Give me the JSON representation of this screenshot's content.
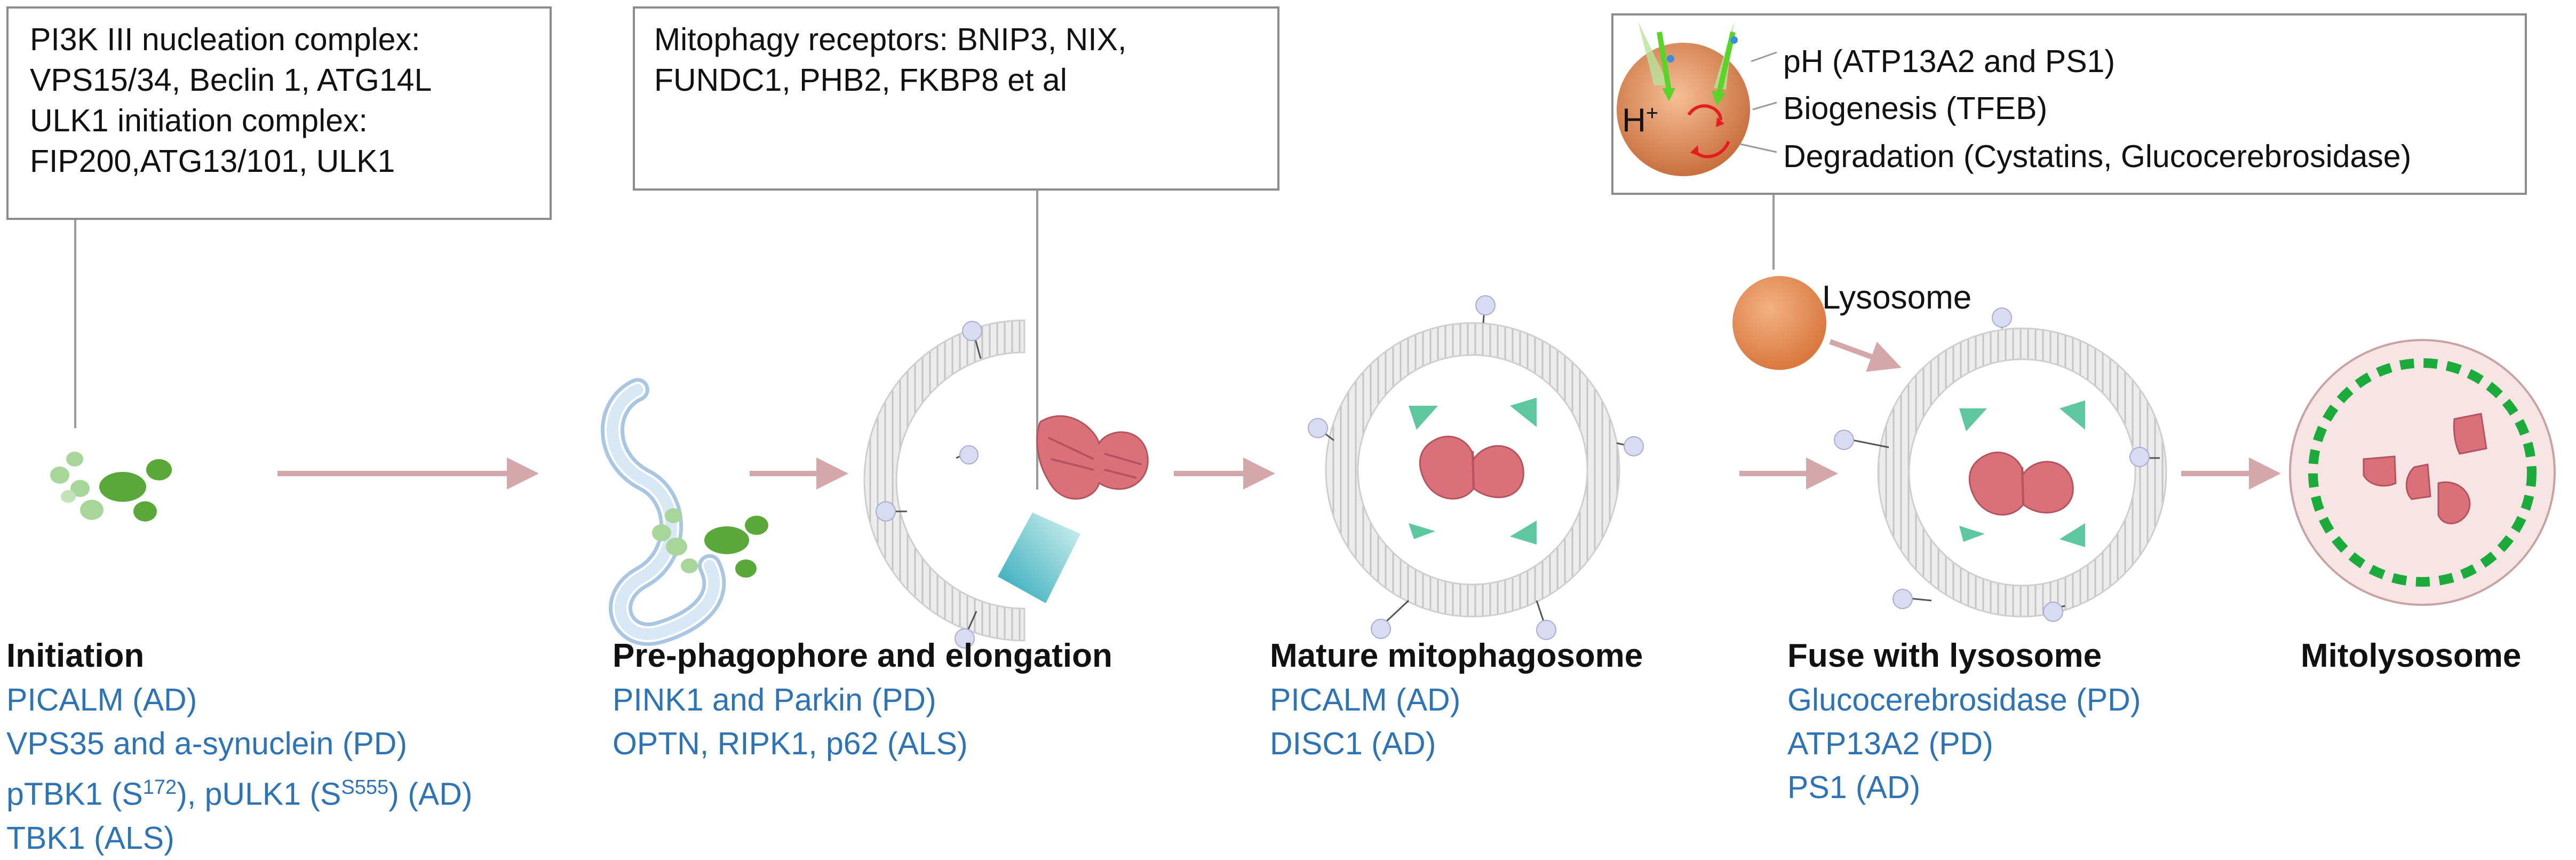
{
  "boxes": {
    "initiation_box": {
      "lines": [
        "PI3K III nucleation complex:",
        "VPS15/34, Beclin 1, ATG14L",
        "ULK1 initiation complex:",
        "FIP200,ATG13/101, ULK1"
      ]
    },
    "receptor_box": {
      "lines": [
        "Mitophagy receptors: BNIP3, NIX,",
        "FUNDC1, PHB2, FKBP8 et al"
      ]
    },
    "lysosome_box": {
      "proton": "H",
      "proton_sup": "+",
      "lines": [
        "pH (ATP13A2 and PS1)",
        "Biogenesis (TFEB)",
        "Degradation (Cystatins, Glucocerebrosidase)"
      ]
    }
  },
  "lysosome_label": "Lysosome",
  "stages": [
    {
      "title": "Initiation",
      "genes": [
        {
          "text": "PICALM (AD)"
        },
        {
          "text": "VPS35 and a-synuclein (PD)"
        },
        {
          "parts": [
            "pTBK1 (S",
            "172",
            "), pULK1 (S",
            "S555",
            ") (AD)"
          ]
        },
        {
          "text": "TBK1 (ALS)"
        }
      ]
    },
    {
      "title": "Pre-phagophore and elongation",
      "genes": [
        {
          "text": "PINK1 and Parkin (PD)"
        },
        {
          "text": "OPTN, RIPK1, p62 (ALS)"
        }
      ]
    },
    {
      "title": "Mature mitophagosome",
      "genes": [
        {
          "text": "PICALM (AD)"
        },
        {
          "text": "DISC1 (AD)"
        }
      ]
    },
    {
      "title": "Fuse with lysosome",
      "genes": [
        {
          "text": "Glucocerebrosidase (PD)"
        },
        {
          "text": "ATP13A2 (PD)"
        },
        {
          "text": "PS1 (AD)"
        }
      ]
    },
    {
      "title": "Mitolysosome",
      "genes": []
    }
  ],
  "colors": {
    "gene_text": "#2e74b5",
    "arrow": "#d4a8aa",
    "mitochondrion": "#d9707a",
    "membrane": "#d0d0d0",
    "green_particle": "#5aa83a",
    "light_green_particle": "#a8d59a",
    "lysosome_orange": "#e8905a",
    "mitolysosome_ring": "#1aab3a",
    "mitolysosome_fill": "#f7e4e4"
  }
}
